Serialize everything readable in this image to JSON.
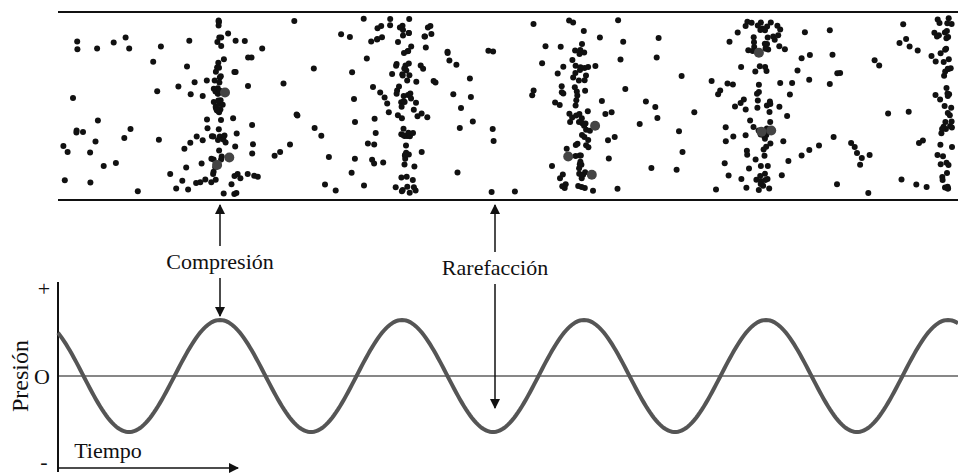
{
  "diagram": {
    "labels": [
      "Compresión",
      "Rarefacción",
      "+",
      "O",
      "-",
      "Presión",
      "Tiempo"
    ]
  }
}
